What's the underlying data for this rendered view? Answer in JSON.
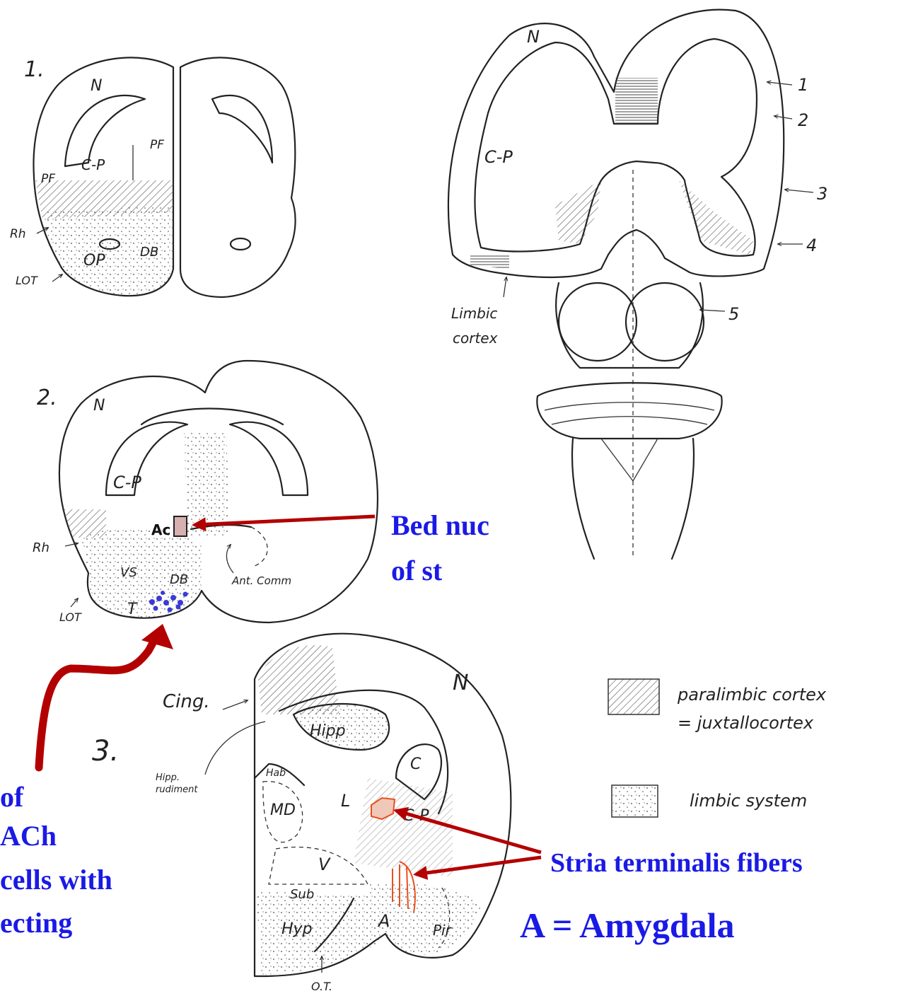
{
  "figure_numbers": {
    "fig1": "1.",
    "fig2": "2.",
    "fig3": "3."
  },
  "fig1_labels": {
    "n": "N",
    "cp": "C-P",
    "pf_left": "PF",
    "pf_right": "PF",
    "rh": "Rh",
    "op": "OP",
    "db": "DB",
    "lot": "LOT"
  },
  "brain_top_labels": {
    "n": "N",
    "cp": "C-P",
    "arrow1": "1",
    "arrow2": "2",
    "arrow3": "3",
    "arrow4": "4",
    "arrow5": "5",
    "limbic_cortex_line1": "Limbic",
    "limbic_cortex_line2": "cortex"
  },
  "fig2_labels": {
    "n": "N",
    "cp": "C-P",
    "ac": "Ac",
    "rh": "Rh",
    "vs": "VS",
    "db": "DB",
    "lot": "LOT",
    "t": "T",
    "ant_comm": "Ant. Comm"
  },
  "fig3_labels": {
    "cing": "Cing.",
    "n": "N",
    "hipp": "Hipp",
    "c": "C",
    "hipp_rudiment_line1": "Hipp.",
    "hipp_rudiment_line2": "rudiment",
    "hab": "Hab",
    "md": "MD",
    "l": "L",
    "cp": "C-P",
    "v": "V",
    "sub": "Sub",
    "hyp": "Hyp",
    "a": "A",
    "pir": "Pir",
    "ot": "O.T."
  },
  "legend": {
    "paralimbic_line1": "paralimbic cortex",
    "paralimbic_line2": "= juxtallocortex",
    "limbic": "limbic system"
  },
  "annotations": {
    "bed_nuc_line1": "Bed nuc",
    "bed_nuc_line2": "of st",
    "stria_terminalis": "Stria terminalis fibers",
    "amygdala": "A = Amygdala",
    "ach_line1": "of",
    "ach_line2": "ACh",
    "ach_line3": "cells with",
    "ach_line4": "ecting"
  },
  "colors": {
    "annotation_blue": "#1a1ae6",
    "arrow_red": "#b30000",
    "bed_nucleus_fill": "#d8b0b0",
    "stria_orange": "#e85020"
  }
}
